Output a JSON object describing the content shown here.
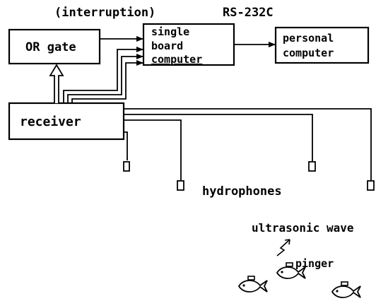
{
  "annotations": {
    "interruption": "(interruption)",
    "protocol": "RS-232C",
    "hydrophones": "hydrophones",
    "ultrasonic_wave": "ultrasonic wave",
    "pinger": "pinger"
  },
  "boxes": {
    "or_gate": "OR gate",
    "sbc_line1": "single",
    "sbc_line2": "board",
    "sbc_line3": "computer",
    "pc_line1": "personal",
    "pc_line2": "computer",
    "receiver": "receiver"
  },
  "counts": {
    "hydrophones": 4,
    "fish_with_pinger": 3
  }
}
